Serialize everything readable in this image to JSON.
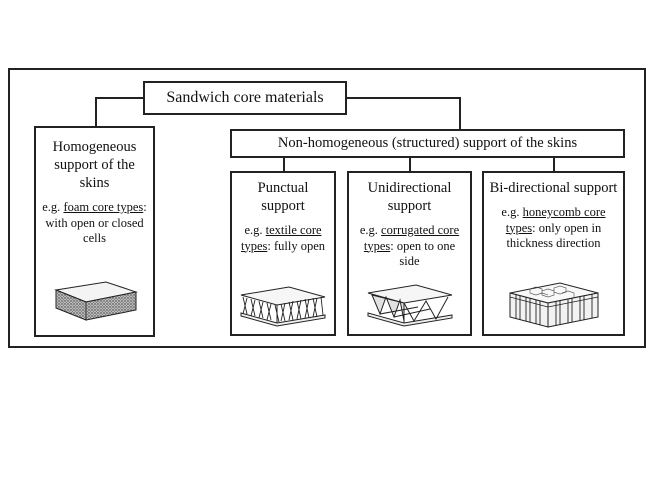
{
  "root": {
    "label": "Sandwich core materials"
  },
  "homogeneous": {
    "title": "Homogeneous support of the skins",
    "desc_prefix": "e.g. ",
    "desc_link": "foam core types",
    "desc_suffix": ": with open or closed cells"
  },
  "non_homogeneous": {
    "label": "Non-homogeneous (structured) support of the skins"
  },
  "children": [
    {
      "title": "Punctual support",
      "desc_prefix": "e.g. ",
      "desc_link": "textile core types",
      "desc_suffix": ": fully open"
    },
    {
      "title": "Unidirectional support",
      "desc_prefix": "e.g. ",
      "desc_link": "corrugated core types",
      "desc_suffix": ": open to one side"
    },
    {
      "title": "Bi-directional support",
      "desc_prefix": "e.g. ",
      "desc_link": "honeycomb core types",
      "desc_suffix": ": only open in thickness direction"
    }
  ]
}
